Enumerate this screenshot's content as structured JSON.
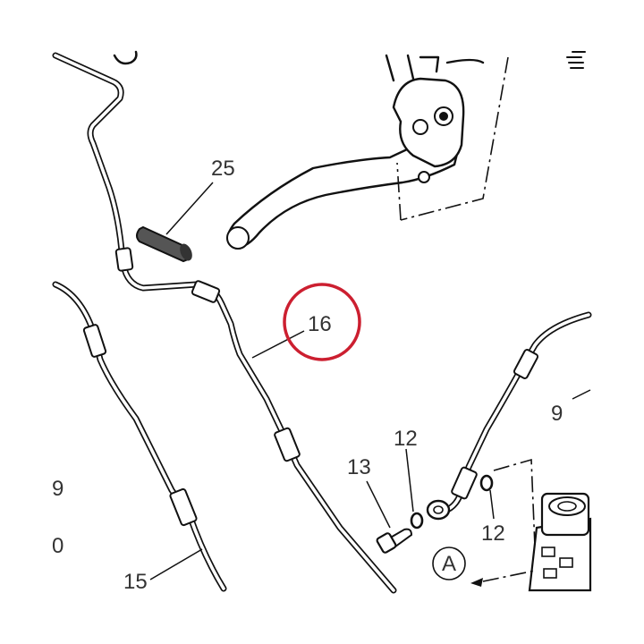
{
  "callouts": {
    "p25": "25",
    "p16": "16",
    "p9_right": "9",
    "p12_top": "12",
    "p13": "13",
    "p12_right": "12",
    "p9_left": "9",
    "p0_left": "0",
    "p15": "15",
    "detail_a": "A"
  },
  "highlight": {
    "part": "16",
    "color": "#cc1f30"
  },
  "colors": {
    "line": "#111111",
    "label": "#333333",
    "fitting_fill": "#ffffff",
    "sleeve_fill": "#555555"
  }
}
